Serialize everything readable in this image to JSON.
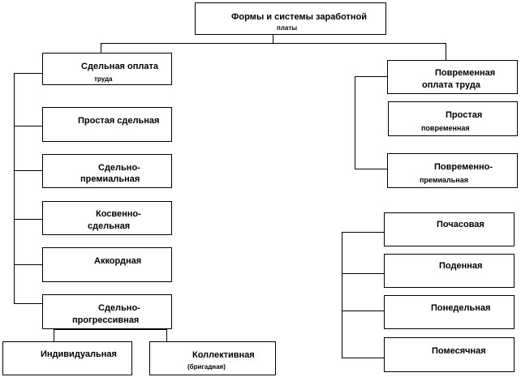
{
  "diagram": {
    "root": {
      "line1": "Формы и системы заработной",
      "line2": "платы"
    },
    "piecework": {
      "header": {
        "line1": "Сдельная  оплата",
        "line2": "труда"
      },
      "items": [
        {
          "line1": "Простая сдельная",
          "line2": ""
        },
        {
          "line1": "Сдельно-",
          "line2": "премиальная"
        },
        {
          "line1": "Косвенно-",
          "line2": "сдельная"
        },
        {
          "line1": "Аккордная",
          "line2": ""
        },
        {
          "line1": "Сдельно-",
          "line2": "прогрессивная"
        }
      ],
      "sub_items": [
        {
          "line1": "Индивидуальная",
          "line2": ""
        },
        {
          "line1": "Коллективная",
          "line2": "(бригадная)"
        }
      ]
    },
    "time": {
      "header": {
        "line1": "Повременная",
        "line2": "оплата труда"
      },
      "items": [
        {
          "line1": "Простая",
          "line2": "повременная"
        },
        {
          "line1": "Повременно-",
          "line2": "премиальная"
        },
        {
          "line1": "Почасовая",
          "line2": ""
        },
        {
          "line1": "Поденная",
          "line2": ""
        },
        {
          "line1": "Понедельная",
          "line2": ""
        },
        {
          "line1": "Помесячная",
          "line2": ""
        }
      ]
    }
  }
}
